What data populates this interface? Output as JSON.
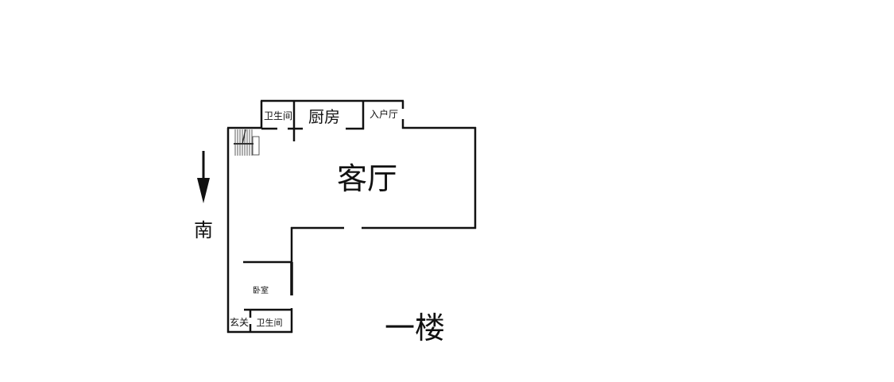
{
  "compass": {
    "direction_label": "南",
    "arrow_icon": "arrow-down-icon"
  },
  "rooms": {
    "bathroom_upper": "卫生间",
    "kitchen": "厨房",
    "entry_hall": "入户厅",
    "living_room": "客厅",
    "bedroom": "卧室",
    "foyer": "玄关",
    "bathroom_lower": "卫生间"
  },
  "floor_label": "一楼",
  "colors": {
    "wall": "#111111",
    "background": "#ffffff"
  }
}
